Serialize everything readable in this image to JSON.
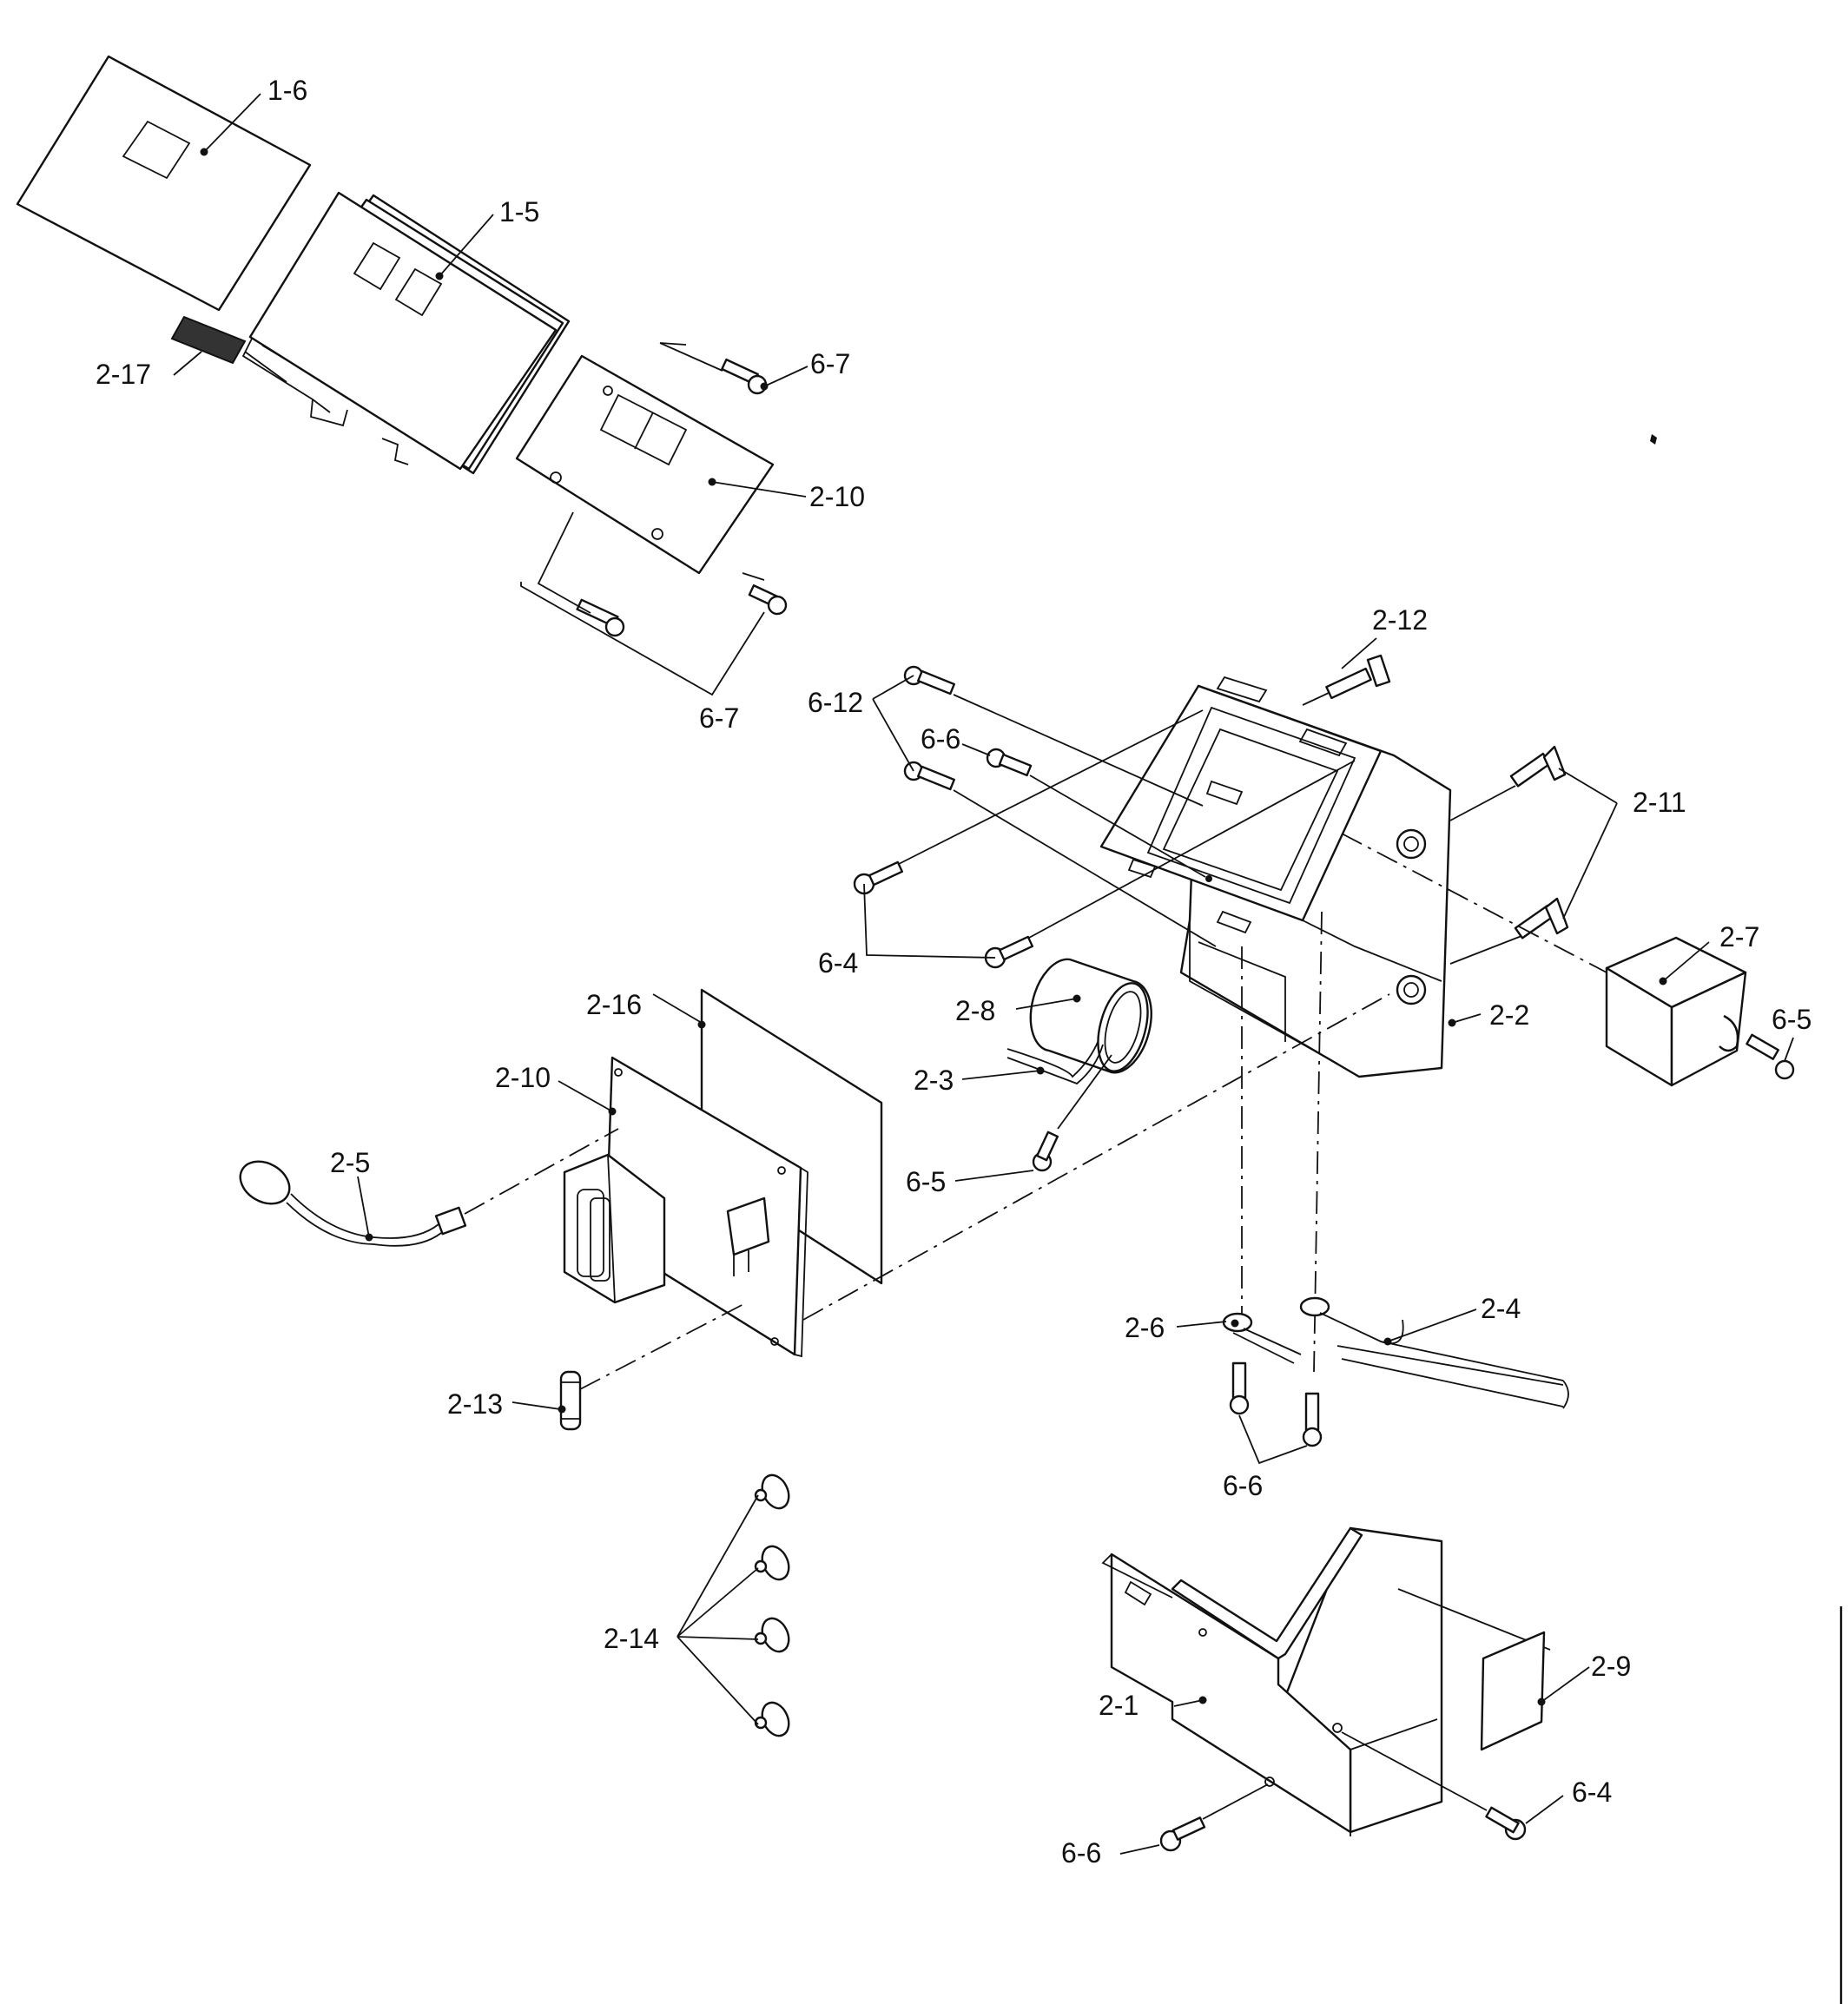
{
  "callouts": {
    "c_1_6": "1-6",
    "c_1_5": "1-5",
    "c_2_17": "2-17",
    "c_6_7_top": "6-7",
    "c_2_10_top": "2-10",
    "c_6_7_bottom": "6-7",
    "c_2_12": "2-12",
    "c_6_12": "6-12",
    "c_6_6_top": "6-6",
    "c_2_11": "2-11",
    "c_6_4_left": "6-4",
    "c_2_7": "2-7",
    "c_6_5_right": "6-5",
    "c_2_16": "2-16",
    "c_2_8": "2-8",
    "c_2_2": "2-2",
    "c_2_10_board": "2-10",
    "c_2_3": "2-3",
    "c_2_5": "2-5",
    "c_6_5_mid": "6-5",
    "c_2_6": "2-6",
    "c_2_4": "2-4",
    "c_2_13": "2-13",
    "c_6_6_mid": "6-6",
    "c_2_14": "2-14",
    "c_2_9": "2-9",
    "c_2_1": "2-1",
    "c_6_4_right": "6-4",
    "c_6_6_bottom": "6-6"
  }
}
